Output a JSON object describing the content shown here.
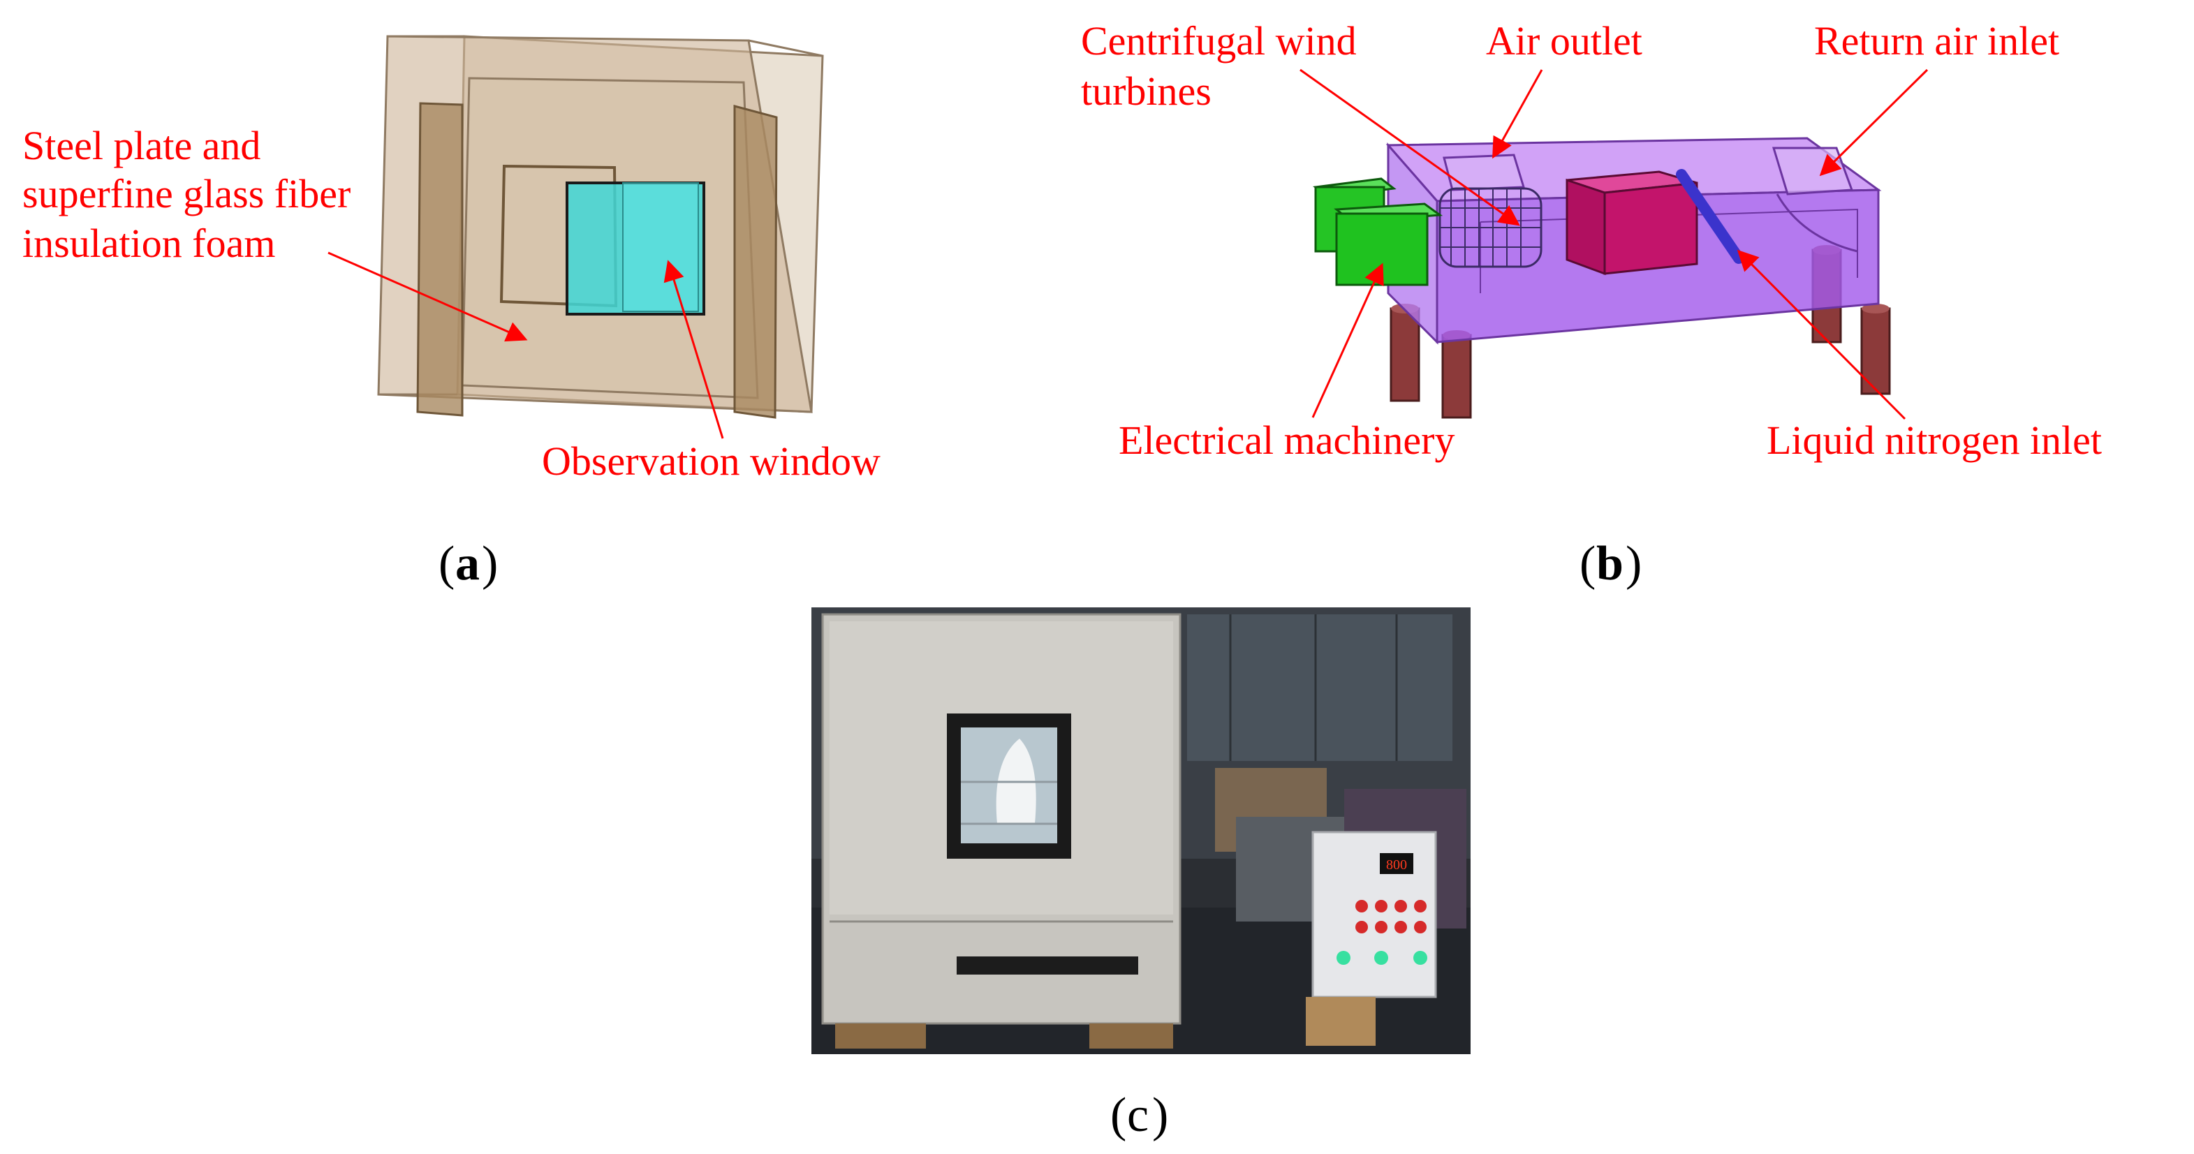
{
  "panel_a": {
    "label_steel_line1": "Steel plate and",
    "label_steel_line2": "superfine glass fiber",
    "label_steel_line3": "insulation foam",
    "label_window": "Observation window",
    "caption_letter": "a"
  },
  "panel_b": {
    "label_turbines_line1": "Centrifugal wind",
    "label_turbines_line2": "turbines",
    "label_outlet": "Air outlet",
    "label_return": "Return air inlet",
    "label_motor": "Electrical machinery",
    "label_nitrogen": "Liquid nitrogen inlet",
    "caption_letter": "b"
  },
  "panel_c": {
    "controller_display": "800",
    "caption_letter": "c"
  },
  "colors": {
    "annotation": "#ff0000",
    "insulation": "#c9b193",
    "window_glass": "#3fd6d6",
    "chamber_body": "#b066f0",
    "motor": "#1fc21f",
    "heater_block": "#c3146b",
    "nitrogen_pipe": "#3b33cc",
    "legs": "#8c3a3a"
  }
}
